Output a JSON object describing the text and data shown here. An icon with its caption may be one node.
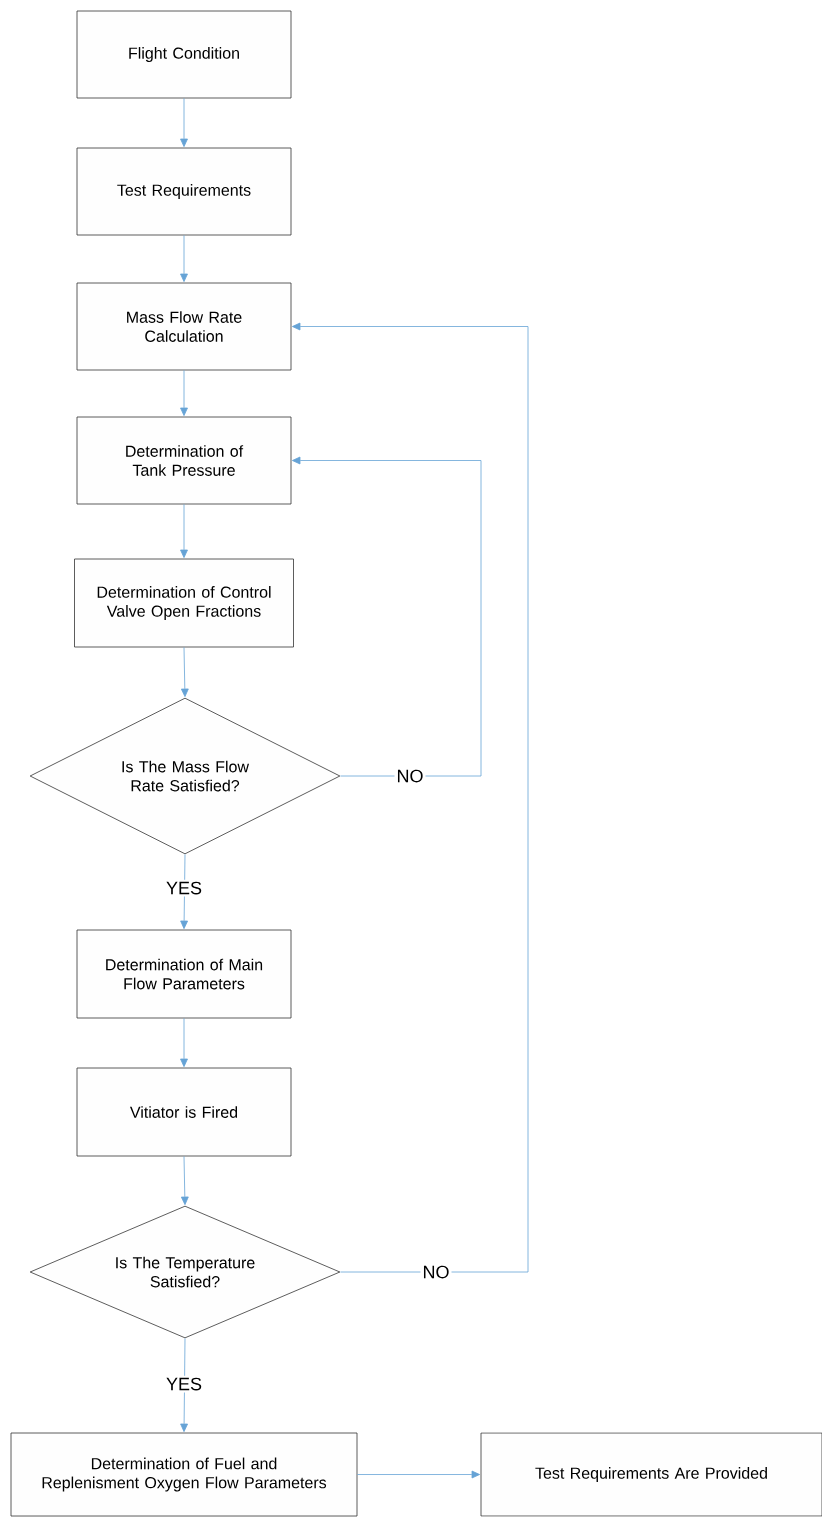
{
  "diagram": {
    "nodes": [
      {
        "text": [
          "Flight Condition"
        ]
      },
      {
        "text": [
          "Test Requirements"
        ]
      },
      {
        "text": [
          "Mass Flow Rate Calculation"
        ]
      },
      {
        "text": [
          "Determination of Tank Pressure"
        ]
      },
      {
        "text": [
          "Determination of Control Valve Open Fractions"
        ]
      },
      {
        "text": [
          "Is The Mass Flow Rate Satisfied?"
        ]
      },
      {
        "text": [
          "Determination of Main Flow Parameters"
        ]
      },
      {
        "text": [
          "Vitiator is Fired"
        ]
      },
      {
        "text": [
          "Is The Temperature Satisfied?"
        ]
      },
      {
        "text": [
          "Determination of Fuel and Replenisment Oxygen Flow Parameters"
        ]
      },
      {
        "text": [
          "Test Requirements Are Provided"
        ]
      }
    ],
    "edges": [
      {
        "from": 0,
        "to": 1,
        "arrow": "to"
      },
      {
        "from": 1,
        "to": 2,
        "arrow": "to"
      },
      {
        "from": 2,
        "to": 3,
        "arrow": "to"
      },
      {
        "from": 3,
        "to": 4,
        "arrow": "to"
      },
      {
        "from": 4,
        "to": 5,
        "arrow": "to"
      },
      {
        "from": 5,
        "to": 6,
        "arrow": "to",
        "label": "YES"
      },
      {
        "from": 5,
        "to": 3,
        "arrow": "to",
        "label": "NO"
      },
      {
        "from": 6,
        "to": 7,
        "arrow": "to"
      },
      {
        "from": 7,
        "to": 8,
        "arrow": "to"
      },
      {
        "from": 8,
        "to": 9,
        "arrow": "to",
        "label": "YES"
      },
      {
        "from": 8,
        "to": 2,
        "arrow": "to",
        "label": "NO"
      },
      {
        "from": 9,
        "to": 10,
        "arrow": "to"
      }
    ]
  }
}
